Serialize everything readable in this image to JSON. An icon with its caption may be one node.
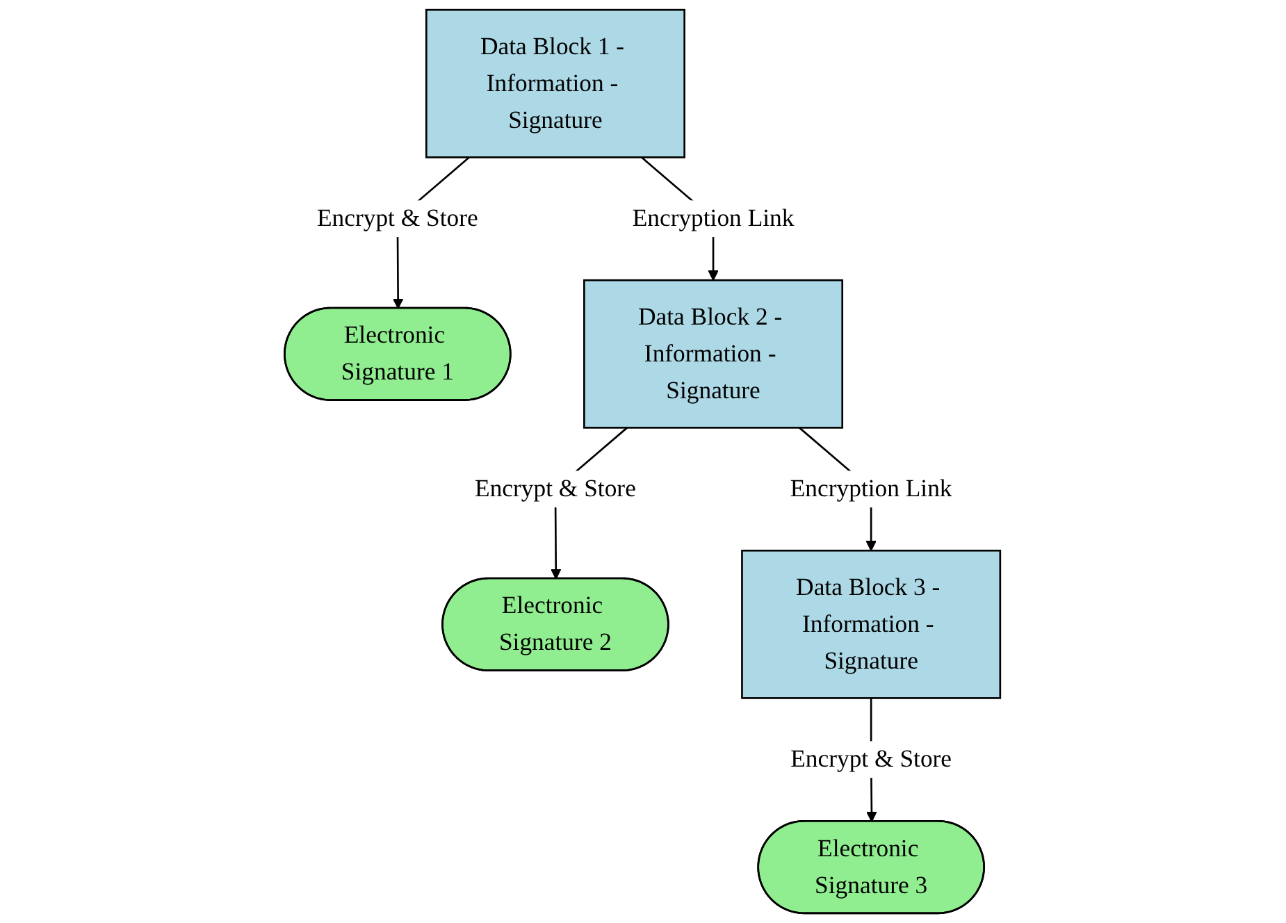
{
  "diagram": {
    "nodes": [
      {
        "text": [
          "Data Block 1 - Information - Signature"
        ]
      },
      {
        "text": [
          "Electronic Signature 1"
        ]
      },
      {
        "text": [
          "Data Block 2 - Information - Signature"
        ]
      },
      {
        "text": [
          "Electronic Signature 2"
        ]
      },
      {
        "text": [
          "Data Block 3 - Information - Signature"
        ]
      },
      {
        "text": [
          "Electronic Signature 3"
        ]
      }
    ],
    "edges": [
      {
        "from": 0,
        "to": 1,
        "arrow": "to",
        "label": "Encrypt & Store"
      },
      {
        "from": 0,
        "to": 2,
        "arrow": "to",
        "label": "Encryption Link"
      },
      {
        "from": 2,
        "to": 3,
        "arrow": "to",
        "label": "Encrypt & Store"
      },
      {
        "from": 2,
        "to": 4,
        "arrow": "to",
        "label": "Encryption Link"
      },
      {
        "from": 4,
        "to": 5,
        "arrow": "to",
        "label": "Encrypt & Store"
      }
    ]
  }
}
